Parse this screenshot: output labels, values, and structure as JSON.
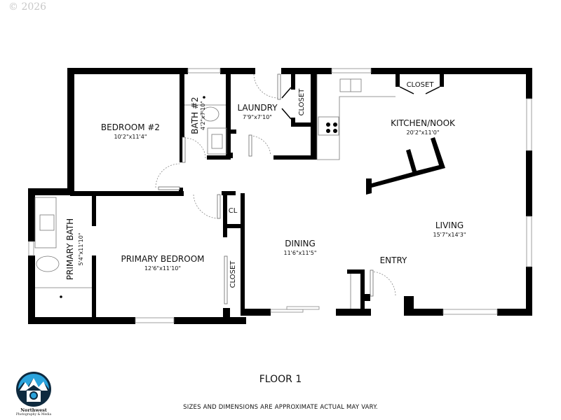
{
  "copyright": "© 2026",
  "floor_title": "FLOOR 1",
  "disclaimer": "SIZES AND DIMENSIONS ARE APPROXIMATE ACTUAL MAY VARY.",
  "brand": {
    "name": "Northwest",
    "subtitle": "Photography & Media",
    "colors": {
      "navy": "#0e2a3f",
      "sky": "#2aa3dc"
    }
  },
  "rooms": {
    "bedroom2": {
      "name": "BEDROOM #2",
      "dims": "10'2\"x11'4\""
    },
    "bath2": {
      "name": "BATH #2",
      "dims": "4'2\"x7'10\""
    },
    "laundry": {
      "name": "LAUNDRY",
      "dims": "7'9\"x7'10\""
    },
    "laundry_closet": {
      "name": "CLOSET"
    },
    "kitchen_closet": {
      "name": "CLOSET"
    },
    "kitchen": {
      "name": "KITCHEN/NOOK",
      "dims": "20'2\"x11'0\""
    },
    "living": {
      "name": "LIVING",
      "dims": "15'7\"x14'3\""
    },
    "dining": {
      "name": "DINING",
      "dims": "11'6\"x11'5\""
    },
    "entry": {
      "name": "ENTRY"
    },
    "primary_bedroom": {
      "name": "PRIMARY BEDROOM",
      "dims": "12'6\"x11'10\""
    },
    "primary_closet": {
      "name": "CLOSET"
    },
    "hall_closet": {
      "name": "CL"
    },
    "primary_bath": {
      "name": "PRIMARY BATH",
      "dims": "5'4\"x11'10\""
    }
  }
}
